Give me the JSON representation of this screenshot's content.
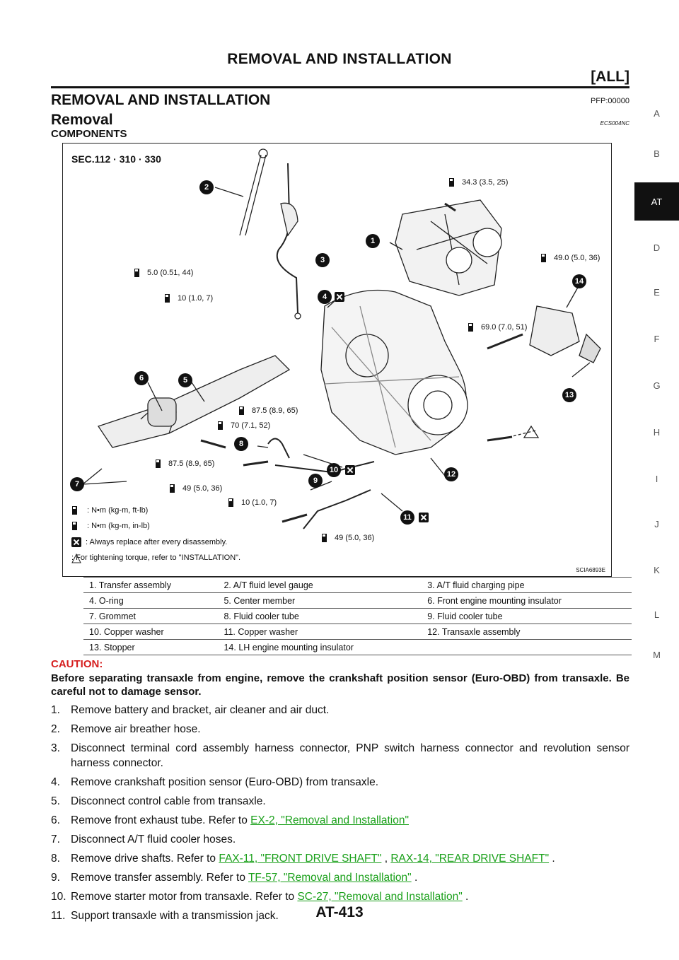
{
  "header": {
    "title": "REMOVAL AND INSTALLATION",
    "section": "[ALL]"
  },
  "heading": {
    "title": "REMOVAL AND INSTALLATION",
    "pfp": "PFP:00000"
  },
  "subheading": {
    "title": "Removal",
    "code": "ECS004NC"
  },
  "components_title": "COMPONENTS",
  "figure": {
    "sec": "SEC.112 · 310 · 330",
    "code": "SCIA6893E",
    "torques": [
      "34.3 (3.5, 25)",
      "49.0 (5.0, 36)",
      "5.0 (0.51, 44)",
      "10 (1.0, 7)",
      "69.0 (7.0, 51)",
      "87.5 (8.9, 65)",
      "70 (7.1, 52)",
      "87.5 (8.9, 65)",
      "49 (5.0, 36)",
      "10 (1.0, 7)",
      "49 (5.0, 36)"
    ],
    "callouts": [
      "1",
      "2",
      "3",
      "4",
      "5",
      "6",
      "7",
      "8",
      "9",
      "10",
      "11",
      "12",
      "13",
      "14"
    ],
    "legend": [
      ": N•m (kg-m, ft-lb)",
      ": N•m (kg-m, in-lb)",
      ": Always replace after every disassembly.",
      ": For tightening torque, refer to \"INSTALLATION\"."
    ]
  },
  "parts": [
    [
      "1.",
      "Transfer assembly",
      "2.",
      "A/T fluid level gauge",
      "3.",
      "A/T fluid charging pipe"
    ],
    [
      "4.",
      "O-ring",
      "5.",
      "Center member",
      "6.",
      "Front engine mounting insulator"
    ],
    [
      "7.",
      "Grommet",
      "8.",
      "Fluid cooler tube",
      "9.",
      "Fluid cooler tube"
    ],
    [
      "10.",
      "Copper washer",
      "11.",
      "Copper washer",
      "12.",
      "Transaxle assembly"
    ],
    [
      "13.",
      "Stopper",
      "14.",
      "LH engine mounting insulator",
      "",
      ""
    ]
  ],
  "caution": {
    "label": "CAUTION:",
    "text": "Before separating transaxle from engine, remove the crankshaft position sensor (Euro-OBD) from transaxle. Be careful not to damage sensor."
  },
  "steps": [
    {
      "num": "1.",
      "text": "Remove battery and bracket, air cleaner and air duct."
    },
    {
      "num": "2.",
      "text": "Remove air breather hose."
    },
    {
      "num": "3.",
      "text": "Disconnect terminal cord assembly harness connector, PNP switch harness connector and revolution sensor harness connector."
    },
    {
      "num": "4.",
      "text": "Remove crankshaft position sensor (Euro-OBD) from transaxle."
    },
    {
      "num": "5.",
      "text": "Disconnect control cable from transaxle."
    },
    {
      "num": "6.",
      "text": "Remove front exhaust tube. Refer to ",
      "link1": "EX-2, \"Removal and Installation\""
    },
    {
      "num": "7.",
      "text": "Disconnect A/T fluid cooler hoses."
    },
    {
      "num": "8.",
      "text": "Remove drive shafts. Refer to ",
      "link1": "FAX-11, \"FRONT DRIVE SHAFT\"",
      "sep": " , ",
      "link2": "RAX-14, \"REAR DRIVE SHAFT\"",
      "tail": " ."
    },
    {
      "num": "9.",
      "text": "Remove transfer assembly. Refer to ",
      "link1": "TF-57, \"Removal and Installation\"",
      "tail": " ."
    },
    {
      "num": "10.",
      "text": "Remove starter motor from transaxle. Refer to ",
      "link1": "SC-27, \"Removal and Installation\"",
      "tail": " ."
    },
    {
      "num": "11.",
      "text": "Support transaxle with a transmission jack."
    }
  ],
  "footer": "AT-413",
  "side_nav": {
    "letters": [
      "A",
      "B",
      "D",
      "E",
      "F",
      "G",
      "H",
      "I",
      "J",
      "K",
      "L",
      "M"
    ],
    "active": "AT"
  }
}
